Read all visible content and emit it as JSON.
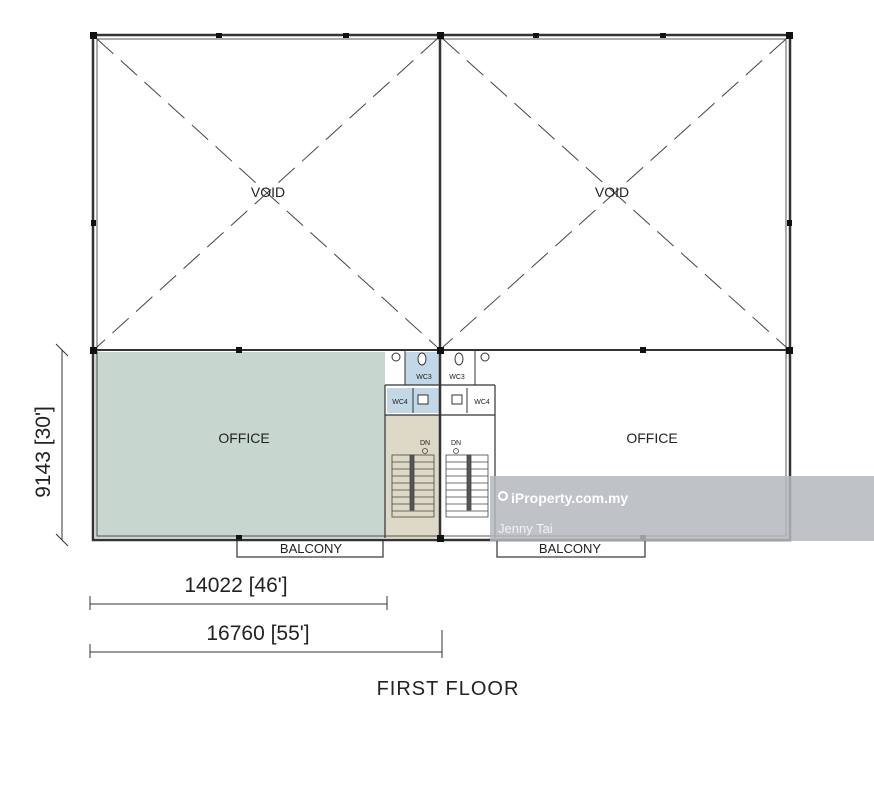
{
  "rooms": {
    "void_left": "VOID",
    "void_right": "VOID",
    "office_left": "OFFICE",
    "office_right": "OFFICE",
    "wc3_left": "WC3",
    "wc3_right": "WC3",
    "wc4_left": "WC4",
    "wc4_right": "WC4",
    "dn_left": "DN",
    "dn_right": "DN",
    "balcony_left": "BALCONY",
    "balcony_right": "BALCONY"
  },
  "dimensions": {
    "height": "9143 [30']",
    "width_inner": "14022 [46']",
    "width_total": "16760 [55']"
  },
  "title": "FIRST FLOOR",
  "watermark": {
    "brand": "iProperty.com.my",
    "agent": "Jenny Tai"
  },
  "colors": {
    "office_fill": "#c8d6d0",
    "stair_fill": "#ddd9c6",
    "wc_fill": "#c3d8e6",
    "watermark_bg": "#b4b9bd"
  }
}
